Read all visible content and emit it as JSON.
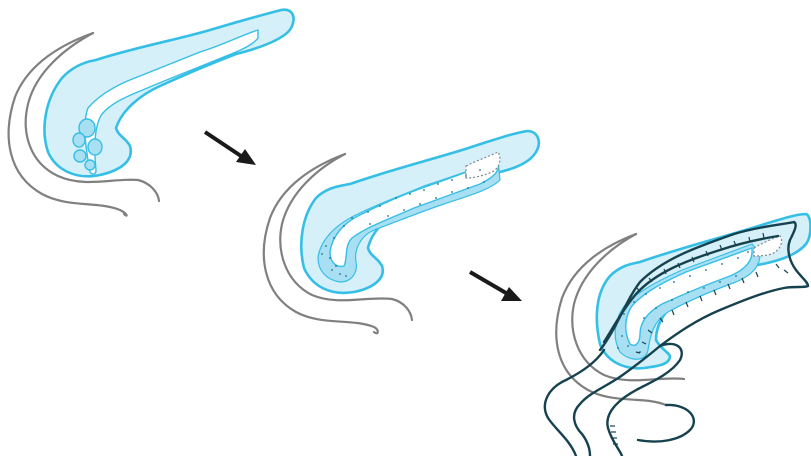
{
  "figure": {
    "stages": [
      {
        "name": "pancreas-before"
      },
      {
        "name": "pancreas-after-duct-opening"
      },
      {
        "name": "pancreas-with-jejunal-loop"
      }
    ],
    "arrows": 2
  },
  "colors": {
    "pancreas_fill": "#d6f0f9",
    "pancreas_outline": "#35bfe6",
    "stippled_tissue": "#a9dff2",
    "duodenum_outline": "#808080",
    "jejunum_outline": "#16424f",
    "arrow": "#1a1a1a",
    "background": "#ffffff"
  }
}
